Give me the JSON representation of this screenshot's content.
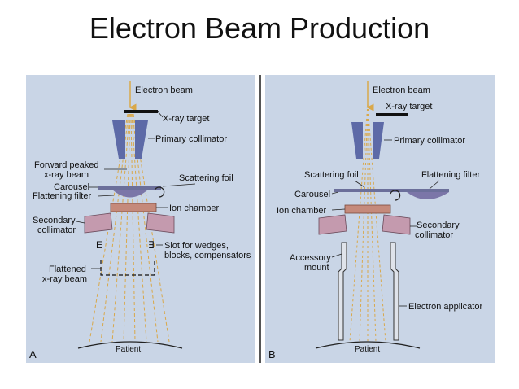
{
  "slide": {
    "title": "Electron Beam Production"
  },
  "colors": {
    "panel_bg": "#c9d5e6",
    "beam": "#d9a84a",
    "collimator": "#5d6aa7",
    "chamber": "#c58a7b",
    "foil": "#6b6f9a",
    "filter": "#7b76a8",
    "secondary_collimator": "#c49aae"
  },
  "panel_a": {
    "letter": "A",
    "labels": {
      "electron_beam": "Electron beam",
      "xray_target": "X-ray target",
      "primary_collimator": "Primary collimator",
      "forward_peaked_1": "Forward peaked",
      "forward_peaked_2": "x-ray beam",
      "scattering_foil": "Scattering foil",
      "carousel": "Carousel",
      "flattening_filter": "Flattening filter",
      "ion_chamber": "Ion chamber",
      "secondary_collimator_1": "Secondary",
      "secondary_collimator_2": "collimator",
      "slot_1": "Slot for wedges,",
      "slot_2": "blocks, compensators",
      "flattened_1": "Flattened",
      "flattened_2": "x-ray beam",
      "patient": "Patient"
    }
  },
  "panel_b": {
    "letter": "B",
    "labels": {
      "electron_beam": "Electron beam",
      "xray_target": "X-ray target",
      "primary_collimator": "Primary collimator",
      "scattering_foil": "Scattering foil",
      "flattening_filter": "Flattening filter",
      "carousel": "Carousel",
      "ion_chamber": "Ion chamber",
      "secondary_collimator_1": "Secondary",
      "secondary_collimator_2": "collimator",
      "accessory_1": "Accessory",
      "accessory_2": "mount",
      "electron_applicator": "Electron applicator",
      "patient": "Patient"
    }
  }
}
